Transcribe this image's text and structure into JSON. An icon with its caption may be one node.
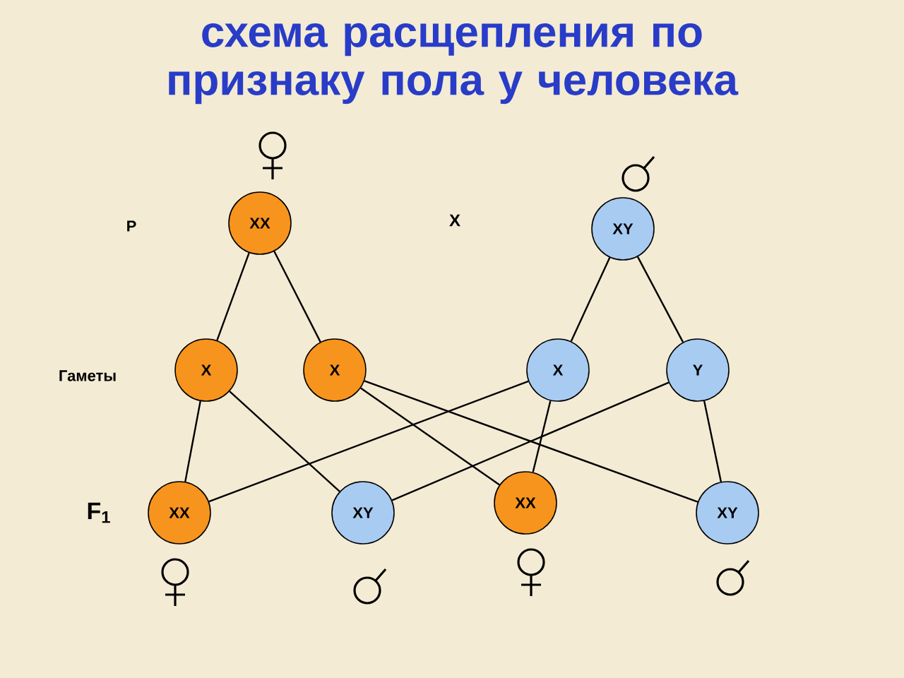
{
  "diagram": {
    "title": "схема расщепления по признаку пола у человека",
    "nodes": [
      {
        "text": [
          "XX"
        ]
      },
      {
        "text": [
          "XY"
        ]
      },
      {
        "text": [
          "X"
        ]
      },
      {
        "text": [
          "X"
        ]
      },
      {
        "text": [
          "X"
        ]
      },
      {
        "text": [
          "Y"
        ]
      },
      {
        "text": [
          "XX"
        ]
      },
      {
        "text": [
          "XY"
        ]
      },
      {
        "text": [
          "XX"
        ]
      },
      {
        "text": [
          "XY"
        ]
      }
    ],
    "edges": [
      {
        "from": 0,
        "to": 2,
        "arrow": "none"
      },
      {
        "from": 0,
        "to": 3,
        "arrow": "none"
      },
      {
        "from": 1,
        "to": 4,
        "arrow": "none"
      },
      {
        "from": 1,
        "to": 5,
        "arrow": "none"
      },
      {
        "from": 2,
        "to": 6,
        "arrow": "none"
      },
      {
        "from": 2,
        "to": 7,
        "arrow": "none"
      },
      {
        "from": 3,
        "to": 8,
        "arrow": "none"
      },
      {
        "from": 3,
        "to": 9,
        "arrow": "none"
      },
      {
        "from": 4,
        "to": 6,
        "arrow": "none"
      },
      {
        "from": 4,
        "to": 8,
        "arrow": "none"
      },
      {
        "from": 5,
        "to": 7,
        "arrow": "none"
      },
      {
        "from": 5,
        "to": 9,
        "arrow": "none"
      }
    ],
    "labels": [
      "P",
      "X",
      "Гаметы",
      "F$_{1}$"
    ]
  }
}
